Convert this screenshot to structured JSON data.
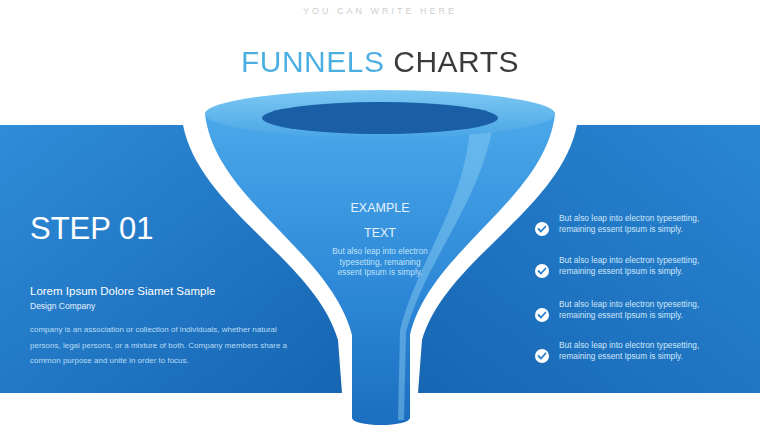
{
  "diagram": {
    "title": "FUNNELS CHARTS",
    "nodes": [
      {
        "text": [
          "STEP 01",
          "Lorem Ipsum Dolore Siamet Sample",
          "Design Company",
          "company is an association or collection of individuals, whether natural persons, legal persons, or a mixture of both. Company members share a common purpose and unite in order to focus."
        ]
      },
      {
        "text": [
          "EXAMPLE TEXT",
          "But also leap into electron typesetting, remaining essent Ipsum is simply."
        ]
      },
      {
        "text": [
          "But also leap into electron typesetting, remaining essent Ipsum is simply.",
          "But also leap into electron typesetting, remaining essent Ipsum is simply.",
          "But also leap into electron typesetting, remaining essent Ipsum is simply.",
          "But also leap into electron typesetting, remaining essent Ipsum is simply."
        ]
      }
    ],
    "labels": [
      "YOU CAN WRITE HERE"
    ]
  }
}
